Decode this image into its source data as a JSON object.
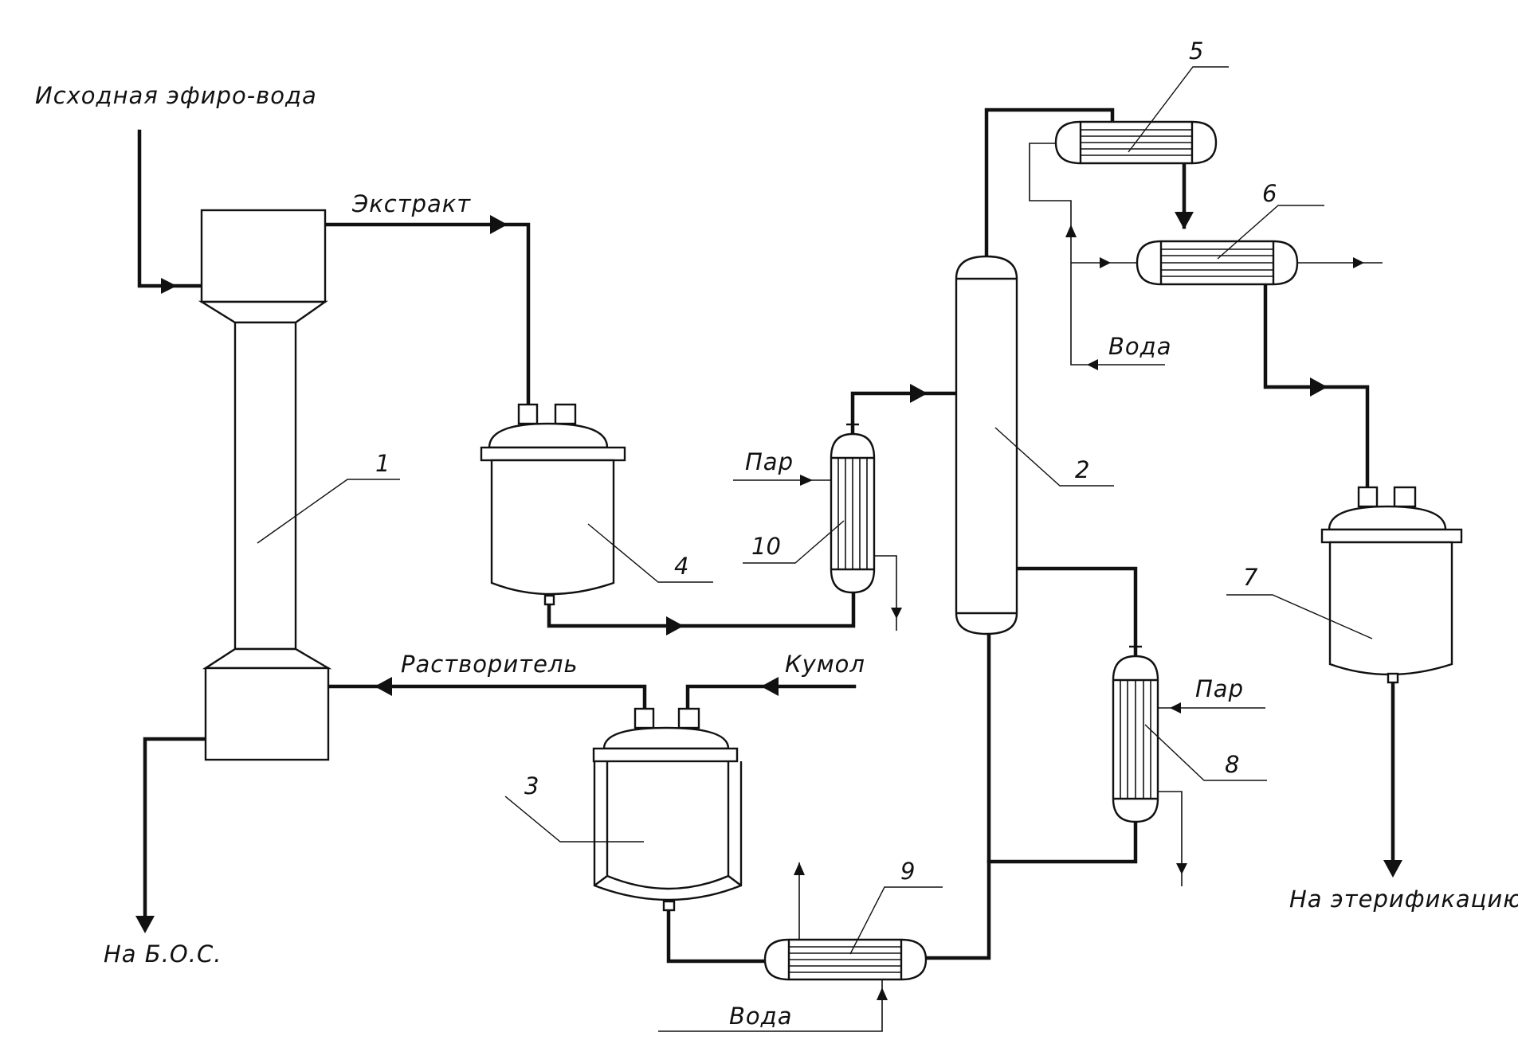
{
  "labels": {
    "feed": "Исходная эфиро-вода",
    "extract": "Экстракт",
    "solvent": "Растворитель",
    "cumene": "Кумол",
    "steam_10": "Пар",
    "steam_8": "Пар",
    "water_top": "Вода",
    "water_bottom": "Вода",
    "to_wwtp": "На Б.О.С.",
    "to_esterification": "На этерификацию"
  },
  "equipment": {
    "n1": "1",
    "n2": "2",
    "n3": "3",
    "n4": "4",
    "n5": "5",
    "n6": "6",
    "n7": "7",
    "n8": "8",
    "n9": "9",
    "n10": "10"
  }
}
